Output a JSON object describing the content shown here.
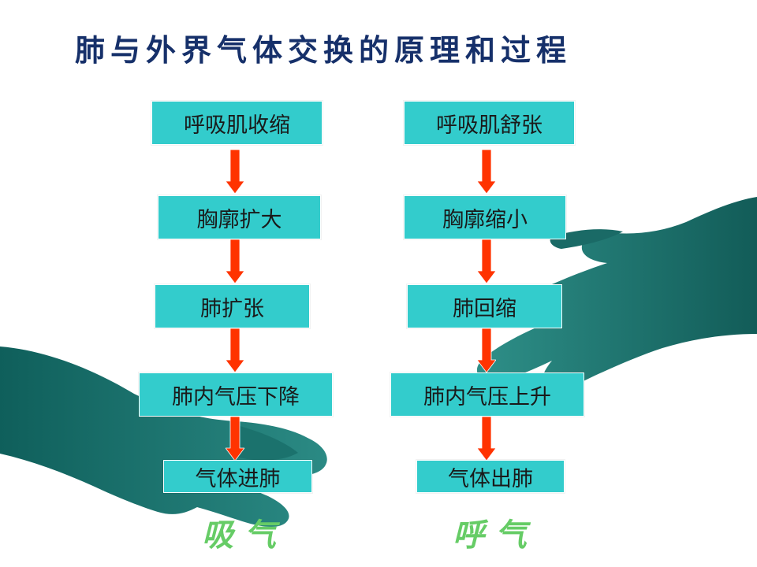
{
  "title": "肺与外界气体交换的原理和过程",
  "colors": {
    "title": "#16306a",
    "box_fill": "#33cccc",
    "arrow": "#ff3300",
    "label": "#66cc66",
    "hands": "#1a6e6a"
  },
  "inhale": {
    "steps": [
      "呼吸肌收缩",
      "胸廓扩大",
      "肺扩张",
      "肺内气压下降",
      "气体进肺"
    ],
    "label": "吸气"
  },
  "exhale": {
    "steps": [
      "呼吸肌舒张",
      "胸廓缩小",
      "肺回缩",
      "肺内气压上升",
      "气体出肺"
    ],
    "label": "呼气"
  },
  "background_image": "two-hands-reaching-silhouette"
}
